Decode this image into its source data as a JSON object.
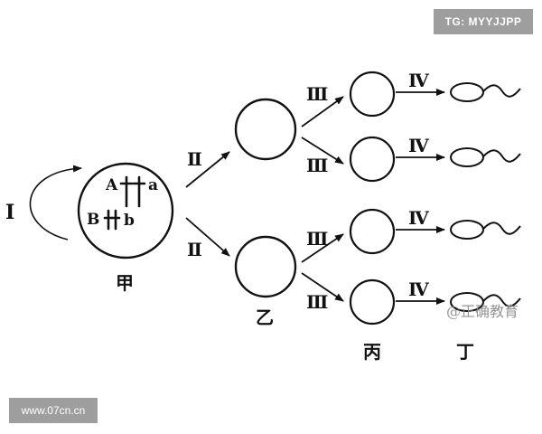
{
  "watermark_top": "TG: MYYJJPP",
  "watermark_bottom": "www.07cn.cn",
  "watermark_corner": "@正确教育",
  "stage_labels": {
    "I": "I",
    "II": "Ⅱ",
    "III": "Ⅲ",
    "IV": "Ⅳ"
  },
  "cell_labels": {
    "jia": "甲",
    "yi": "乙",
    "bing": "丙",
    "ding": "丁"
  },
  "gene_labels": {
    "A": "A",
    "a": "a",
    "B": "B",
    "b": "b"
  },
  "colors": {
    "ink": "#111111",
    "badge_bg": "#9e9e9e",
    "badge_text": "#ffffff",
    "watermark_text": "#8a8a8a"
  }
}
